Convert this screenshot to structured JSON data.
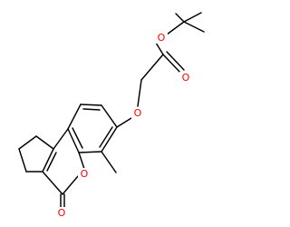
{
  "molecule": {
    "atoms": {
      "ester_ether_oxygen": {
        "label": "O",
        "color": "#ff0000"
      },
      "ester_carbonyl_oxygen": {
        "label": "O",
        "color": "#ff0000"
      },
      "aryl_ether_oxygen": {
        "label": "O",
        "color": "#ff0000"
      },
      "ring_oxygen": {
        "label": "O",
        "color": "#ff0000"
      },
      "lactone_carbonyl_oxygen": {
        "label": "O",
        "color": "#ff0000"
      }
    },
    "colors": {
      "bond": "#000000",
      "background": "#ffffff"
    }
  }
}
